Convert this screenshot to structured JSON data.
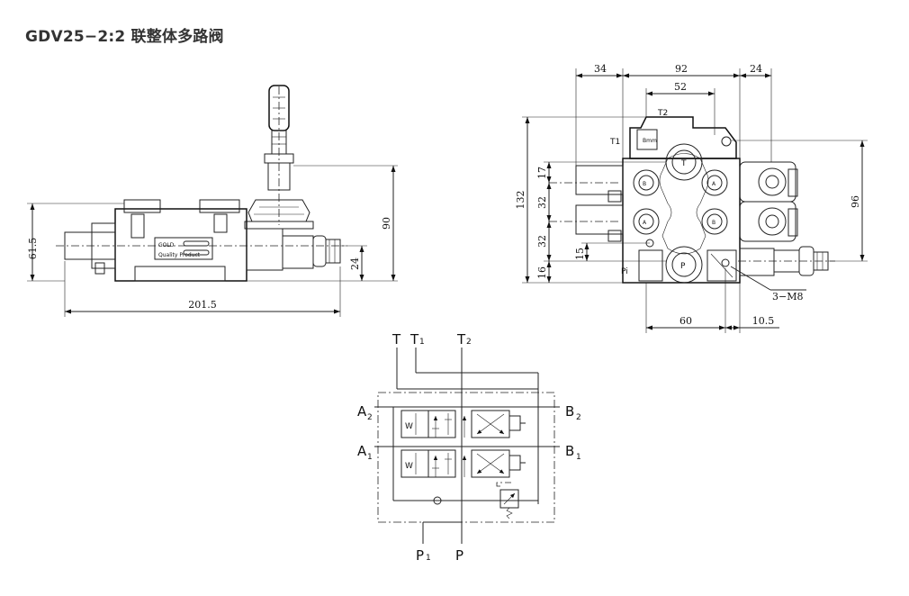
{
  "title": "GDV25−2:2 联整体多路阀",
  "side_view": {
    "dims": {
      "width": "201.5",
      "left_height": "61.5",
      "height": "90",
      "offset": "24"
    },
    "plate": {
      "brand": "GOLD",
      "caption": "Quality Product"
    }
  },
  "front_view": {
    "dims": {
      "top_left": "34",
      "top_mid": "92",
      "top_right": "24",
      "inner_top": "52",
      "left_total": "132",
      "left_a": "17",
      "left_b": "32",
      "left_c": "32",
      "left_d": "16",
      "right_total": "96",
      "bottom_left": "60",
      "bottom_right": "10.5",
      "port_offset": "15"
    },
    "ports": {
      "t2": "T2",
      "t1": "T1",
      "pi": "Pi",
      "p": "P",
      "t": "T",
      "b": "B",
      "a": "A"
    },
    "callout": "3−M8"
  },
  "schematic": {
    "ports": [
      {
        "id": "T",
        "main": "T",
        "sub": ""
      },
      {
        "id": "T1",
        "main": "T",
        "sub": "1"
      },
      {
        "id": "T2",
        "main": "T",
        "sub": "2"
      },
      {
        "id": "A2",
        "main": "A",
        "sub": "2"
      },
      {
        "id": "B2",
        "main": "B",
        "sub": "2"
      },
      {
        "id": "A1",
        "main": "A",
        "sub": "1"
      },
      {
        "id": "B1",
        "main": "B",
        "sub": "1"
      },
      {
        "id": "P1",
        "main": "P",
        "sub": "1"
      },
      {
        "id": "P",
        "main": "P",
        "sub": ""
      }
    ]
  }
}
